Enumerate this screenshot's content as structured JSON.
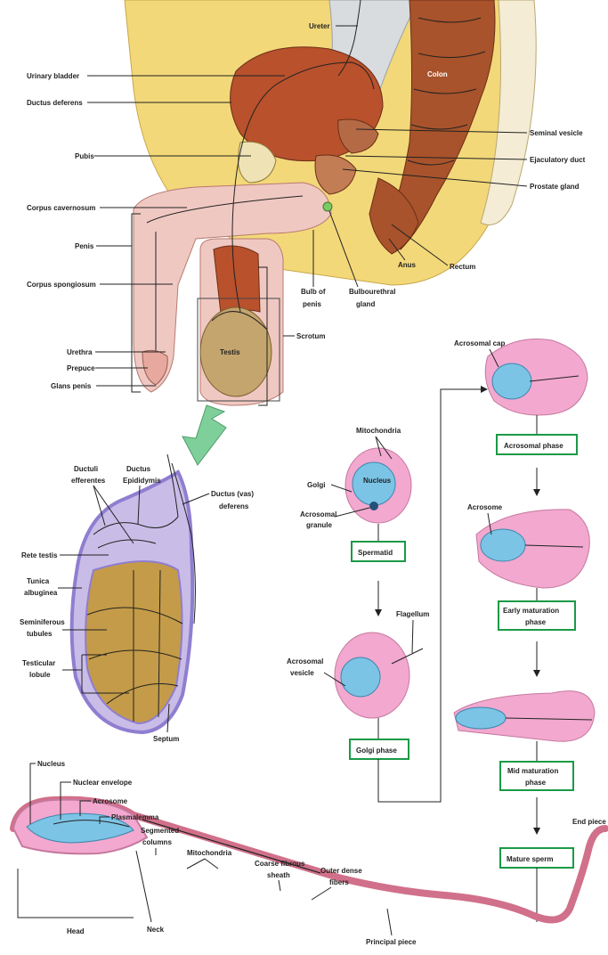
{
  "labels": {
    "ureter": "Ureter",
    "urinary_bladder": "Urinary bladder",
    "ductus_deferens": "Ductus deferens",
    "colon": "Colon",
    "pubis": "Pubis",
    "seminal_vesicle": "Seminal vesicle",
    "ejaculatory_duct": "Ejaculatory duct",
    "prostate_gland": "Prostate gland",
    "corpus_cavernosum": "Corpus cavernosum",
    "penis": "Penis",
    "corpus_spongiosum": "Corpus spongiosum",
    "bulb_of_penis_1": "Bulb of",
    "bulb_of_penis_2": "penis",
    "bulbourethral_1": "Bulbourethral",
    "bulbourethral_2": "gland",
    "anus": "Anus",
    "rectum": "Rectum",
    "testis": "Testis",
    "scrotum": "Scrotum",
    "urethra": "Urethra",
    "prepuce": "Prepuce",
    "glans_penis": "Glans penis",
    "ductuli_1": "Ductuli",
    "ductuli_2": "efferentes",
    "epididymis_1": "Ductus",
    "epididymis_2": "Epididymis",
    "vas_1": "Ductus (vas)",
    "vas_2": "deferens",
    "rete_testis": "Rete testis",
    "tunica_1": "Tunica",
    "tunica_2": "albuginea",
    "semin_1": "Seminiferous",
    "semin_2": "tubules",
    "lobule_1": "Testicular",
    "lobule_2": "lobule",
    "septum": "Septum",
    "mitochondria_sp": "Mitochondria",
    "golgi": "Golgi",
    "nucleus_sp": "Nucleus",
    "acro_granule_1": "Acrosomal",
    "acro_granule_2": "granule",
    "flagellum": "Flagellum",
    "acro_vesicle_1": "Acrosomal",
    "acro_vesicle_2": "vesicle",
    "acrosomal_cap": "Acrosomal cap",
    "acrosome_stage": "Acrosome",
    "nucleus": "Nucleus",
    "nuclear_envelope": "Nuclear envelope",
    "acrosome": "Acrosome",
    "plasmalemma": "Plasmalemma",
    "segmented_1": "Segmented",
    "segmented_2": "columns",
    "mitochondria": "Mitochondria",
    "coarse_1": "Coarse fibrous",
    "coarse_2": "sheath",
    "outer_1": "Outer dense",
    "outer_2": "fibers",
    "end_piece": "End piece",
    "head": "Head",
    "neck": "Neck",
    "principal_piece": "Principal piece"
  },
  "phases": {
    "spermatid": "Spermatid",
    "golgi_phase": "Golgi phase",
    "acrosomal_phase": "Acrosomal phase",
    "early_1": "Early maturation",
    "early_2": "phase",
    "mid_1": "Mid maturation",
    "mid_2": "phase",
    "mature": "Mature sperm"
  },
  "colors": {
    "tissue_pink": "#f0c8c2",
    "muscle_brown": "#b8512c",
    "fat_yellow": "#f3d879",
    "cell_pink": "#f2a8cf",
    "nucleus_blue": "#7cc4e6",
    "tubule_purple": "#9d8fd0",
    "tubule_tan": "#c49b48",
    "box_green": "#1a9a46",
    "arrow_green": "#7fcf9a"
  }
}
